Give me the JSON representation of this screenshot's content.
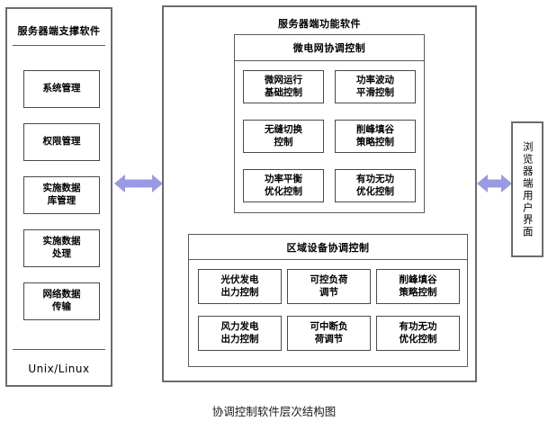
{
  "diagram": {
    "caption": "协调控制软件层次结构图",
    "arrow_color": "#9a9ae4"
  },
  "left_panel": {
    "title": "服务器端支撑软件",
    "os_label": "Unix/Linux",
    "items": [
      {
        "label": "系统管理"
      },
      {
        "label": "权限管理"
      },
      {
        "label": "实施数据\n库管理"
      },
      {
        "label": "实施数据\n处理"
      },
      {
        "label": "网络数据\n传输"
      }
    ]
  },
  "center_panel": {
    "title": "服务器端功能软件",
    "micro_group": {
      "title": "微电网协调控制",
      "items": [
        {
          "label": "微网运行\n基础控制"
        },
        {
          "label": "功率波动\n平滑控制"
        },
        {
          "label": "无缝切换\n控制"
        },
        {
          "label": "削峰填谷\n策略控制"
        },
        {
          "label": "功率平衡\n优化控制"
        },
        {
          "label": "有功无功\n优化控制"
        }
      ]
    },
    "area_group": {
      "title": "区域设备协调控制",
      "items": [
        {
          "label": "光伏发电\n出力控制"
        },
        {
          "label": "可控负荷\n调节"
        },
        {
          "label": "削峰填谷\n策略控制"
        },
        {
          "label": "风力发电\n出力控制"
        },
        {
          "label": "可中断负\n荷调节"
        },
        {
          "label": "有功无功\n优化控制"
        }
      ]
    }
  },
  "right_panel": {
    "label": "浏览器端用户界面"
  },
  "connectors": [
    {
      "name": "support-to-function",
      "direction": "bidirectional"
    },
    {
      "name": "function-to-browser",
      "direction": "bidirectional"
    }
  ]
}
